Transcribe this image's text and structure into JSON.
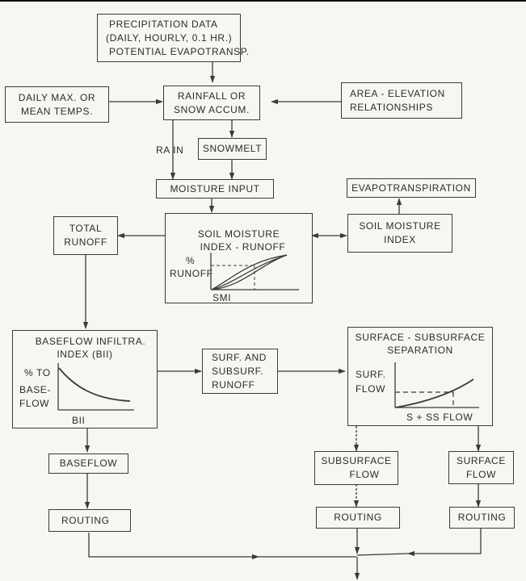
{
  "diagram": {
    "title": "Hydrologic model flowchart",
    "boxes": {
      "precip": {
        "lines": [
          "PRECIPITATION DATA",
          "(DAILY, HOURLY, 0.1 HR.)",
          "POTENTIAL EVAPOTRANSP."
        ]
      },
      "temps": {
        "lines": [
          "DAILY MAX. OR",
          "MEAN TEMPS."
        ]
      },
      "rainfall": {
        "lines": [
          "RAINFALL OR",
          "SNOW ACCUM."
        ]
      },
      "area_elev": {
        "lines": [
          "AREA - ELEVATION",
          "RELATIONSHIPS"
        ]
      },
      "snowmelt": {
        "lines": [
          "SNOWMELT"
        ]
      },
      "moisture_input": {
        "lines": [
          "MOISTURE INPUT"
        ]
      },
      "evapotranspiration": {
        "lines": [
          "EVAPOTRANSPIRATION"
        ]
      },
      "total_runoff": {
        "lines": [
          "TOTAL",
          "RUNOFF"
        ]
      },
      "smi_runoff": {
        "title": [
          "SOIL MOISTURE",
          "INDEX - RUNOFF"
        ],
        "ylabel": [
          "%",
          "RUNOFF"
        ],
        "xlabel": "SMI"
      },
      "soil_moisture_index": {
        "lines": [
          "SOIL MOISTURE",
          "INDEX"
        ]
      },
      "bii": {
        "title": [
          "BASEFLOW INFILTRA.",
          "INDEX (BII)"
        ],
        "ylabel": [
          "% TO",
          "BASE-",
          "FLOW"
        ],
        "xlabel": "BII"
      },
      "surf_subsurf_runoff": {
        "lines": [
          "SURF. AND",
          "SUBSURF.",
          "RUNOFF"
        ]
      },
      "separation": {
        "title": [
          "SURFACE - SUBSURFACE",
          "SEPARATION"
        ],
        "ylabel": [
          "SURF.",
          "FLOW"
        ],
        "xlabel": "S + SS FLOW"
      },
      "baseflow": {
        "lines": [
          "BASEFLOW"
        ]
      },
      "subsurface_flow": {
        "lines": [
          "SUBSURFACE",
          "FLOW"
        ]
      },
      "surface_flow": {
        "lines": [
          "SURFACE",
          "FLOW"
        ]
      },
      "routing_base": {
        "lines": [
          "ROUTING"
        ]
      },
      "routing_sub": {
        "lines": [
          "ROUTING"
        ]
      },
      "routing_surf": {
        "lines": [
          "ROUTING"
        ]
      }
    },
    "edge_labels": {
      "rain": "RA IN"
    },
    "colors": {
      "ink": "#3a3a3a",
      "paper": "#f7f6f3"
    }
  }
}
